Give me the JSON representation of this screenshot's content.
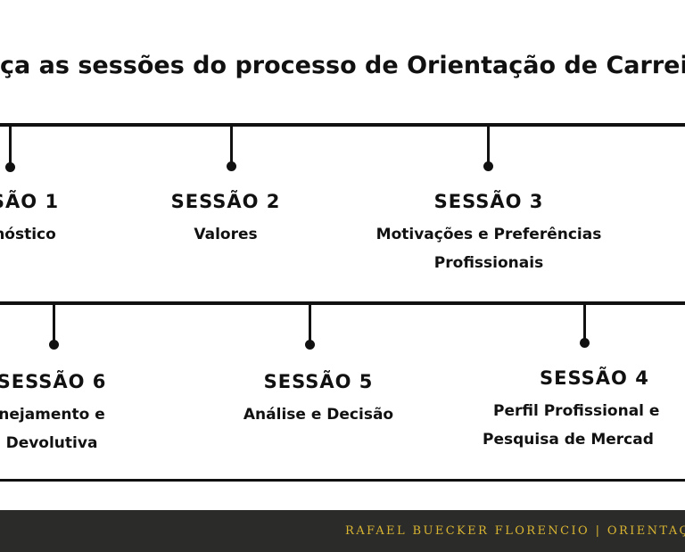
{
  "title": "ça as sessões do processo de Orientação de Carreira",
  "top_row": [
    {
      "title": "SÃO 1",
      "lines": [
        "nóstico"
      ]
    },
    {
      "title": "SESSÃO 2",
      "lines": [
        "Valores"
      ]
    },
    {
      "title": "SESSÃO 3",
      "lines": [
        "Motivações e Preferências",
        "Profissionais"
      ]
    }
  ],
  "bottom_row": [
    {
      "title": "SESSÃO 6",
      "lines": [
        "nejamento e",
        "Devolutiva"
      ]
    },
    {
      "title": "SESSÃO 5",
      "lines": [
        "Análise e Decisão"
      ]
    },
    {
      "title": "SESSÃO 4",
      "lines": [
        "Perfil Profissional e",
        "Pesquisa de Mercad"
      ]
    }
  ],
  "footer": {
    "text": "RAFAEL BUECKER FLORENCIO | ORIENTAÇ"
  },
  "colors": {
    "line": "#111111",
    "footer_bg": "#2b2b2a",
    "footer_text": "#d9b531"
  }
}
